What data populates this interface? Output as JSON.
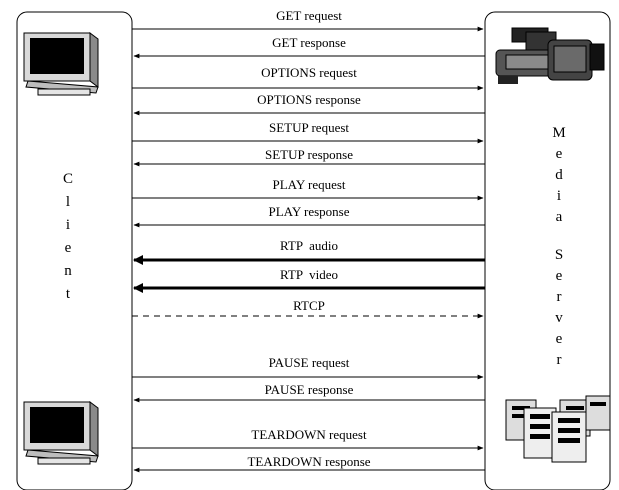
{
  "client_label": "Client",
  "server_label": "Media Server",
  "messages": [
    {
      "label": "GET request",
      "dir": "right",
      "style": "thin"
    },
    {
      "label": "GET response",
      "dir": "left",
      "style": "thin"
    },
    {
      "label": "OPTIONS request",
      "dir": "right",
      "style": "thin"
    },
    {
      "label": "OPTIONS response",
      "dir": "left",
      "style": "thin"
    },
    {
      "label": "SETUP request",
      "dir": "right",
      "style": "thin"
    },
    {
      "label": "SETUP response",
      "dir": "left",
      "style": "thin"
    },
    {
      "label": "PLAY request",
      "dir": "right",
      "style": "thin"
    },
    {
      "label": "PLAY response",
      "dir": "left",
      "style": "thin"
    },
    {
      "label": "RTP  audio",
      "dir": "left",
      "style": "thick"
    },
    {
      "label": "RTP  video",
      "dir": "left",
      "style": "thick"
    },
    {
      "label": "RTCP",
      "dir": "right",
      "style": "dashed"
    },
    {
      "label": "PAUSE request",
      "dir": "right",
      "style": "thin"
    },
    {
      "label": "PAUSE response",
      "dir": "left",
      "style": "thin"
    },
    {
      "label": "TEARDOWN request",
      "dir": "right",
      "style": "thin"
    },
    {
      "label": "TEARDOWN response",
      "dir": "left",
      "style": "thin"
    }
  ],
  "icons": {
    "client_top": "computer-monitor-icon",
    "client_bottom": "computer-monitor-icon",
    "server_top": "video-camera-icon",
    "server_bottom": "server-towers-icon"
  }
}
